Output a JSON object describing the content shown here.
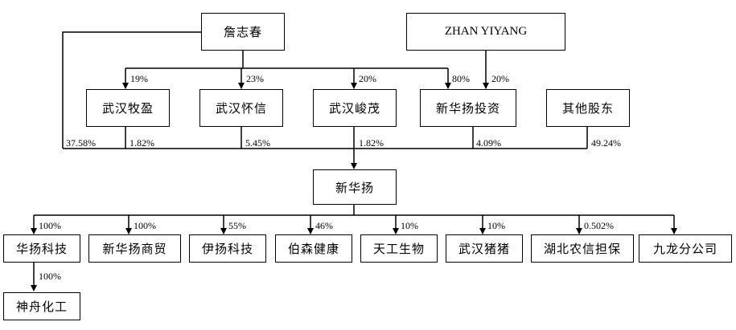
{
  "shareholders": {
    "zhan_zhichun": "詹志春",
    "zhan_yiyang": "ZHAN YIYANG"
  },
  "holding_cos": {
    "wuhan_muying": "武汉牧盈",
    "wuhan_huaixin": "武汉怀信",
    "wuhan_junmao": "武汉峻茂",
    "xhy_investment": "新华扬投资",
    "other_holders": "其他股东"
  },
  "company": "新华扬",
  "subsidiaries": {
    "huayang_tech": "华扬科技",
    "xhy_trade": "新华扬商贸",
    "yiyang_tech": "伊扬科技",
    "bosen_health": "伯森健康",
    "tiangong_bio": "天工生物",
    "wuhan_zhuzhu": "武汉猪猪",
    "hubei_guarantee": "湖北农信担保",
    "jiulong_branch": "九龙分公司",
    "shenzhou_chem": "神舟化工"
  },
  "percentages": {
    "zhan_to_muying": "19%",
    "zhan_to_huaixin": "23%",
    "zhan_to_junmao": "20%",
    "zhan_to_investment": "80%",
    "yiyang_to_investment": "20%",
    "zhan_direct": "37.58%",
    "muying_stake": "1.82%",
    "huaixin_stake": "5.45%",
    "junmao_stake": "1.82%",
    "investment_stake": "4.09%",
    "others_stake": "49.24%",
    "huayang_tech": "100%",
    "xhy_trade": "100%",
    "yiyang_tech": "55%",
    "bosen_health": "46%",
    "tiangong_bio": "10%",
    "wuhan_zhuzhu": "10%",
    "hubei_guarantee": "0.502%",
    "shenzhou_chem": "100%"
  }
}
